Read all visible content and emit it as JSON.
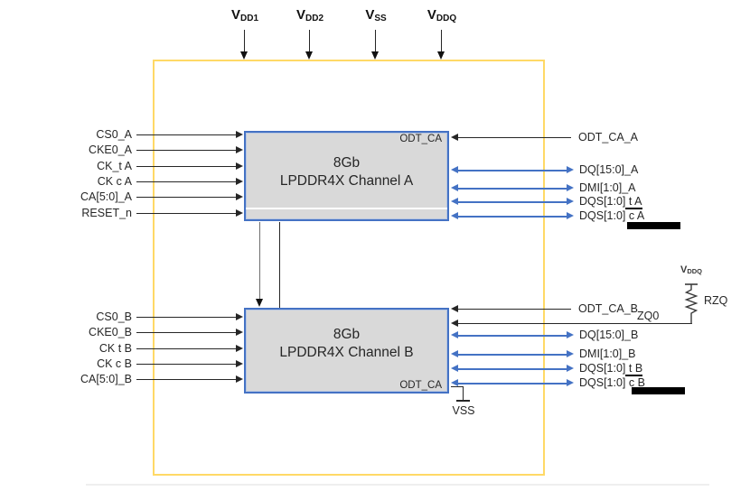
{
  "diagram": {
    "power_rails": [
      {
        "v": "V",
        "sub": "DD1"
      },
      {
        "v": "V",
        "sub": "DD2"
      },
      {
        "v": "V",
        "sub": "SS"
      },
      {
        "v": "V",
        "sub": "DDQ"
      }
    ],
    "channel_a": {
      "title_line1": "8Gb",
      "title_line2": "LPDDR4X Channel A",
      "corner_label": "ODT_CA",
      "inputs": [
        "CS0_A",
        "CKE0_A",
        "CK_t A",
        "CK c A",
        "CA[5:0]_A",
        "RESET_n"
      ],
      "odt_signal": "ODT_CA_A",
      "io": [
        {
          "base": "DQ[15:0]_A",
          "suffix": ""
        },
        {
          "base": "DMI[1:0]_A",
          "suffix": ""
        },
        {
          "base": "DQS[1:0]",
          "suffix": " t A"
        },
        {
          "base": "DQS[1:0]",
          "suffix": " c A"
        }
      ]
    },
    "channel_b": {
      "title_line1": "8Gb",
      "title_line2": "LPDDR4X Channel B",
      "corner_label": "ODT_CA",
      "inputs": [
        "CS0_B",
        "CKE0_B",
        "CK t B",
        "CK c B",
        "CA[5:0]_B"
      ],
      "odt_signal": "ODT_CA_B",
      "zq_signal": "ZQ0",
      "io": [
        {
          "base": "DQ[15:0]_B",
          "suffix": ""
        },
        {
          "base": "DMI[1:0]_B",
          "suffix": ""
        },
        {
          "base": "DQS[1:0]",
          "suffix": " t B"
        },
        {
          "base": "DQS[1:0]",
          "suffix": " c B"
        }
      ]
    },
    "zq_network": {
      "rail_v": "V",
      "rail_sub": "DDQ",
      "resistor": "RZQ"
    },
    "ground": {
      "label": "VSS"
    },
    "colors": {
      "outer_border": "#FFD966",
      "block_border": "#4472C4",
      "block_fill": "#D9D9D9",
      "blue_signal": "#4472C4",
      "line_black": "#262626"
    }
  }
}
